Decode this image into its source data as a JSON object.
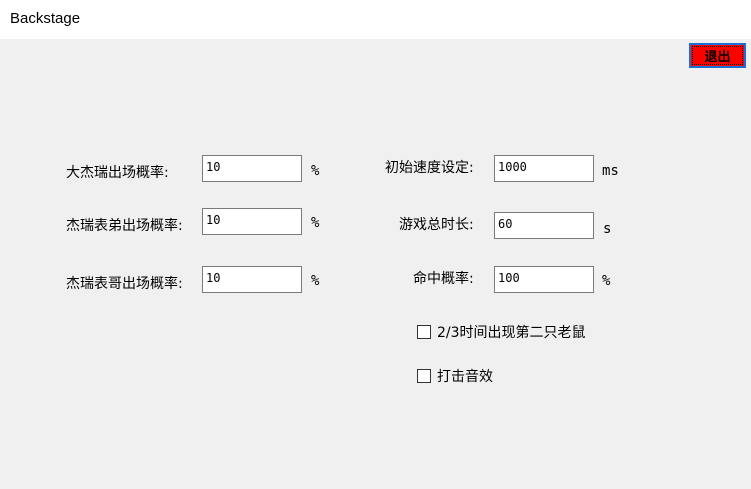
{
  "window": {
    "title": "Backstage"
  },
  "exit_button": {
    "label": "退出"
  },
  "left_settings": [
    {
      "label": "大杰瑞出场概率:",
      "value": "10",
      "unit": "%"
    },
    {
      "label": "杰瑞表弟出场概率:",
      "value": "10",
      "unit": "%"
    },
    {
      "label": "杰瑞表哥出场概率:",
      "value": "10",
      "unit": "%"
    }
  ],
  "right_settings": [
    {
      "label": "初始速度设定:",
      "value": "1000",
      "unit": "ms"
    },
    {
      "label": "游戏总时长:",
      "value": "60",
      "unit": "s"
    },
    {
      "label": "命中概率:",
      "value": "100",
      "unit": "%"
    }
  ],
  "checkboxes": [
    {
      "label": "2/3时间出现第二只老鼠",
      "checked": false
    },
    {
      "label": "打击音效",
      "checked": false
    }
  ]
}
